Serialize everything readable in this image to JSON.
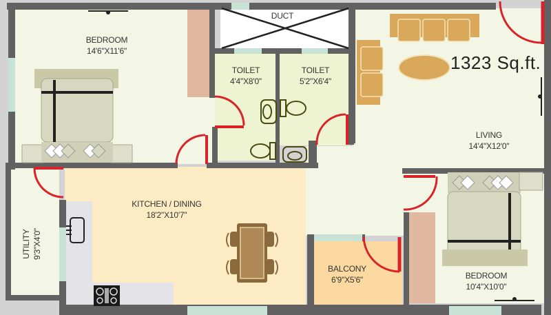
{
  "plan": {
    "total_area": "1323 Sq.ft.",
    "colors": {
      "wall": "#616161",
      "room_floor": "#f3f6e4",
      "kitchen_floor": "#fdebc4",
      "balcony_floor": "#fbd9a0",
      "toilet_floor": "#eef3d2",
      "counter": "#e4e4e8",
      "window": "#c8e3d6",
      "door": "#d9232a",
      "wardrobe": "#e0b8a0",
      "sofa": "#d9a85a",
      "dining_table": "#8a6a3c",
      "outside": "#d3d3d3"
    },
    "rooms": [
      {
        "id": "bedroom1",
        "name": "BEDROOM",
        "size": "14'6\"X11'6\""
      },
      {
        "id": "duct",
        "name": "DUCT",
        "size": ""
      },
      {
        "id": "toilet1",
        "name": "TOILET",
        "size": "4'4\"X8'0\""
      },
      {
        "id": "toilet2",
        "name": "TOILET",
        "size": "5'2\"X6'4\""
      },
      {
        "id": "living",
        "name": "LIVING",
        "size": "14'4\"X12'0\""
      },
      {
        "id": "kitchen",
        "name": "KITCHEN / DINING",
        "size": "18'2\"X10'7\""
      },
      {
        "id": "utility",
        "name": "UTILITY",
        "size": "9'3\"X4'0\""
      },
      {
        "id": "balcony",
        "name": "BALCONY",
        "size": "6'9\"X5'6\""
      },
      {
        "id": "bedroom2",
        "name": "BEDROOM",
        "size": "10'4\"X10'0\""
      }
    ]
  }
}
